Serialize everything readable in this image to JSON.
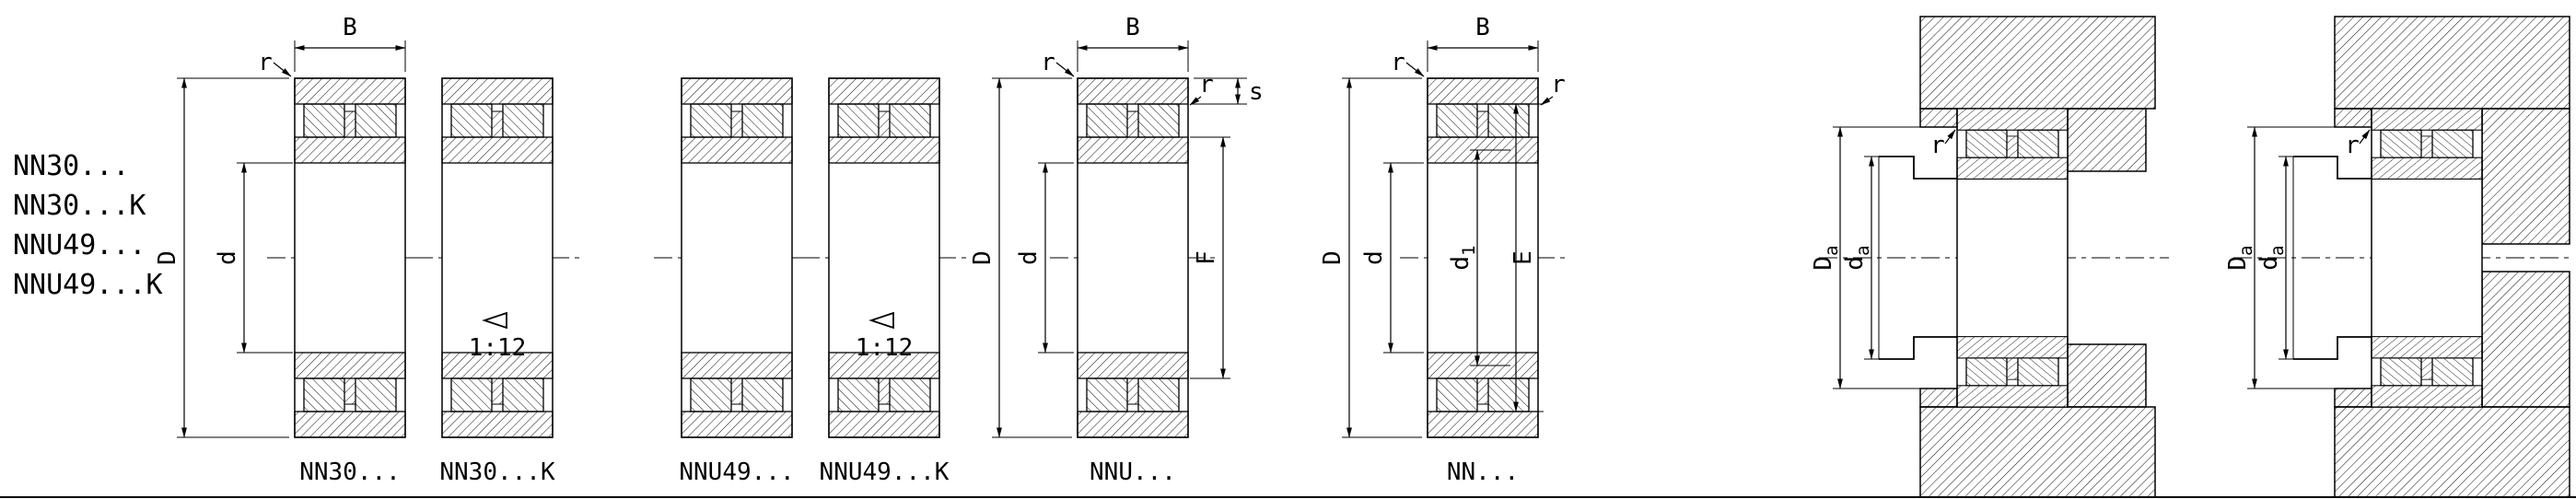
{
  "page": {
    "bg": "#ffffff",
    "ink": "#000000"
  },
  "series_list": {
    "items": [
      {
        "label": "NN30..."
      },
      {
        "label": "NN30...K"
      },
      {
        "label": "NNU49..."
      },
      {
        "label": "NNU49...K"
      }
    ]
  },
  "figures": {
    "fig1": {
      "caption": "NN30...",
      "dim_B": "B",
      "dim_r": "r",
      "dim_D": "D",
      "dim_d": "d"
    },
    "fig2": {
      "caption": "NN30...K",
      "taper": "1:12"
    },
    "fig3": {
      "caption": "NNU49..."
    },
    "fig4": {
      "caption": "NNU49...K",
      "taper": "1:12"
    },
    "fig5": {
      "caption": "NNU...",
      "dim_B": "B",
      "dim_r_outer": "r",
      "dim_r_inner": "r",
      "dim_s": "s",
      "dim_D": "D",
      "dim_d": "d",
      "dim_F": "F"
    },
    "fig6": {
      "caption": "NN...",
      "dim_B": "B",
      "dim_r_outer": "r",
      "dim_r_inner": "r",
      "dim_D": "D",
      "dim_d": "d",
      "dim_d1_main": "d",
      "dim_d1_sub": "1",
      "dim_E": "E"
    },
    "fig7": {
      "dim_r": "r",
      "dim_Da_main": "D",
      "dim_Da_sub": "a",
      "dim_da_main": "d",
      "dim_da_sub": "a"
    },
    "fig8": {
      "dim_r": "r",
      "dim_Da_main": "D",
      "dim_Da_sub": "a",
      "dim_da_main": "d",
      "dim_da_sub": "a"
    }
  }
}
